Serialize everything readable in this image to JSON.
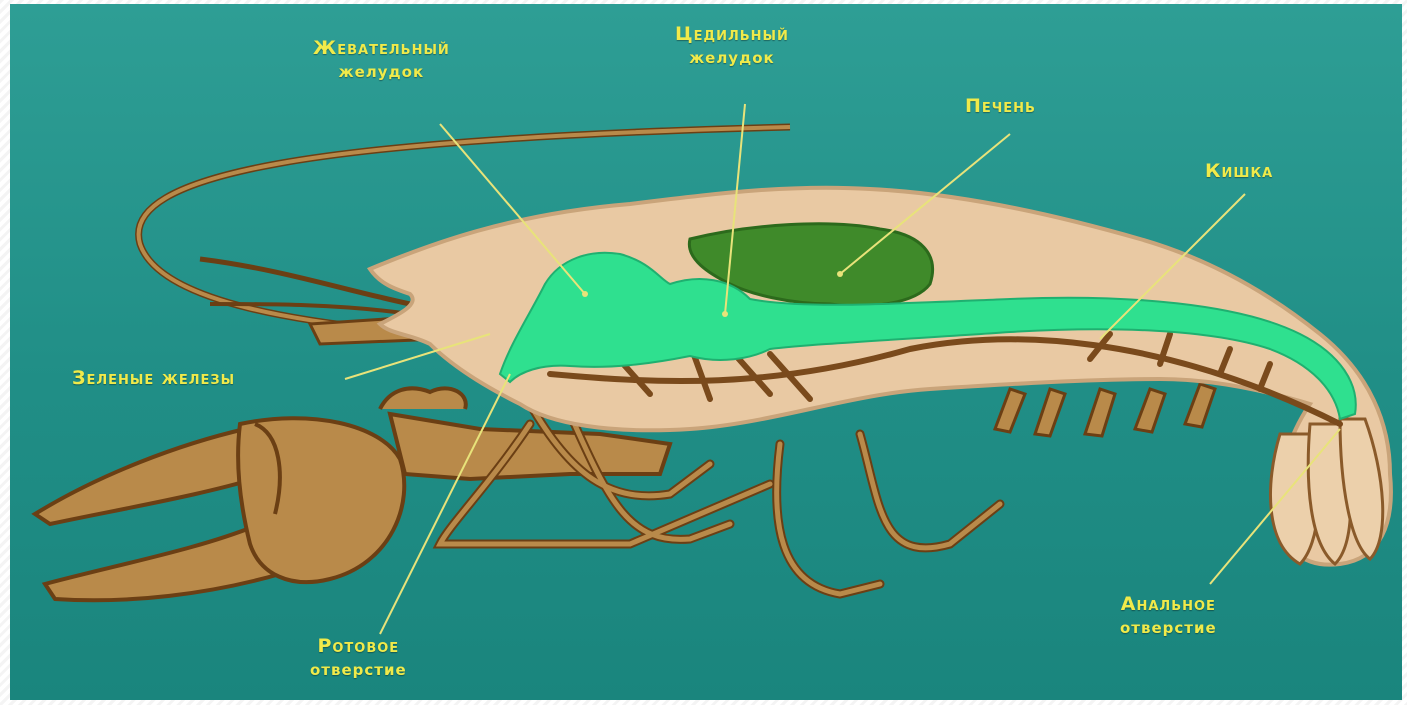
{
  "labels": {
    "chewing_stomach": {
      "line1": "Жевательный",
      "line2": "желудок"
    },
    "filter_stomach": {
      "line1": "Цедильный",
      "line2": "желудок"
    },
    "liver": {
      "text": "Печень"
    },
    "intestine": {
      "text": "Кишка"
    },
    "green_glands": {
      "text": "Зеленые железы"
    },
    "mouth_opening": {
      "line1": "Ротовое",
      "line2": "отверстие"
    },
    "anal_opening": {
      "line1": "Анальное",
      "line2": "отверстие"
    }
  },
  "colors": {
    "background": "#1f8f87",
    "body": "#e9c9a3",
    "legs": "#b98a4a",
    "digestive_tract": "#2fe08f",
    "liver": "#3f8a2a",
    "outline": "#6b3f14",
    "label_text": "#f0ea4a",
    "leader_line": "#e8e37a"
  }
}
